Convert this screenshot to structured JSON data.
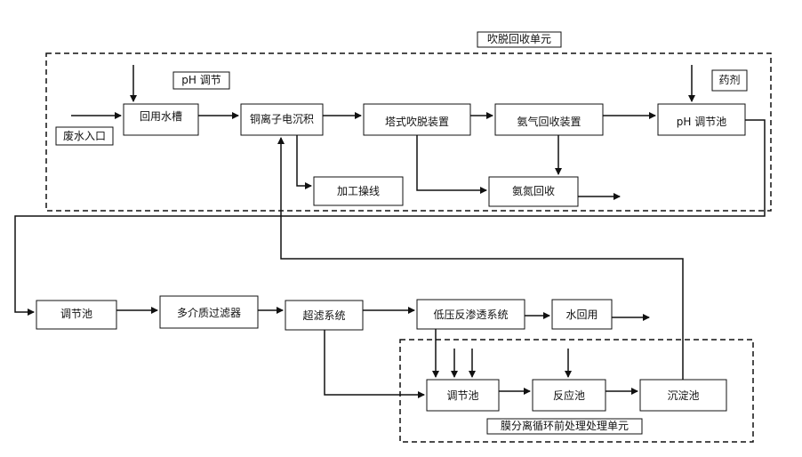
{
  "units": {
    "stripping_recovery": "吹脱回收单元",
    "membrane_pretreatment": "膜分离循环前处理处理单元"
  },
  "tags": {
    "ph_adjust": "pH 调节",
    "reagent": "药剂",
    "wastewater_inlet": "废水入口"
  },
  "nodes": {
    "reuse_tank": "回用水槽",
    "copper_ion_electrodeposition": "铜离子电沉积",
    "tower_stripping": "塔式吹脱装置",
    "ammonia_gas_recovery": "氨气回收装置",
    "ph_adjust_tank": "pH 调节池",
    "processing_line": "加工操线",
    "ammonia_nitrogen_recovery": "氨氮回收",
    "equalization_tank_1": "调节池",
    "multimedia_filter": "多介质过滤器",
    "ultrafiltration": "超滤系统",
    "low_pressure_ro": "低压反渗透系统",
    "water_reuse": "水回用",
    "equalization_tank_2": "调节池",
    "reaction_tank": "反应池",
    "sedimentation_tank": "沉淀池"
  },
  "colors": {
    "stroke": "#111111",
    "fill": "#ffffff"
  }
}
